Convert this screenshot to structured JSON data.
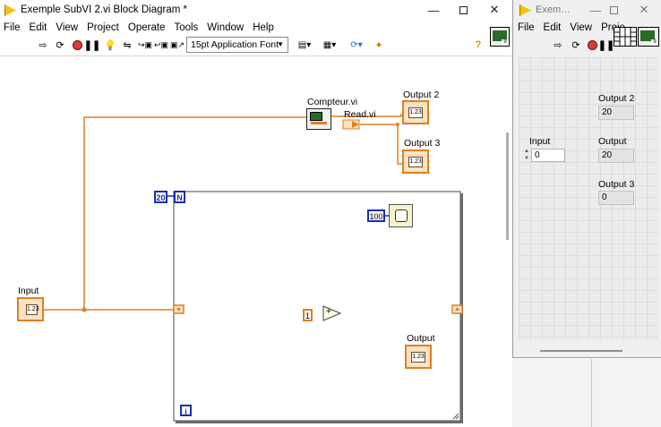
{
  "main_window": {
    "title": "Exemple SubVI 2.vi Block Diagram *",
    "menu": [
      "File",
      "Edit",
      "View",
      "Project",
      "Operate",
      "Tools",
      "Window",
      "Help"
    ],
    "font_select": "15pt Application Font"
  },
  "diagram": {
    "subvi_label": "Compteur.vi",
    "read_label": "Read.vi",
    "output2_label": "Output 2",
    "output3_label": "Output 3",
    "input_label": "Input",
    "output_label": "Output",
    "loop_count": "20",
    "loop_n": "N",
    "loop_i": "i",
    "wait_const": "100",
    "const_one": "1",
    "add_symbol": "+",
    "terminal_text": "1.23"
  },
  "fp_window": {
    "title": "Exem…",
    "menu": [
      "File",
      "Edit",
      "View",
      "Proje"
    ],
    "input_label": "Input",
    "input_value": "0",
    "output2_label": "Output 2",
    "output2_value": "20",
    "output_label": "Output",
    "output_value": "20",
    "output3_label": "Output 3",
    "output3_value": "0"
  },
  "colors": {
    "wire_orange": "#e07f21",
    "int_blue": "#1a2fb0",
    "titlebar_icon": "#f4c20d"
  }
}
